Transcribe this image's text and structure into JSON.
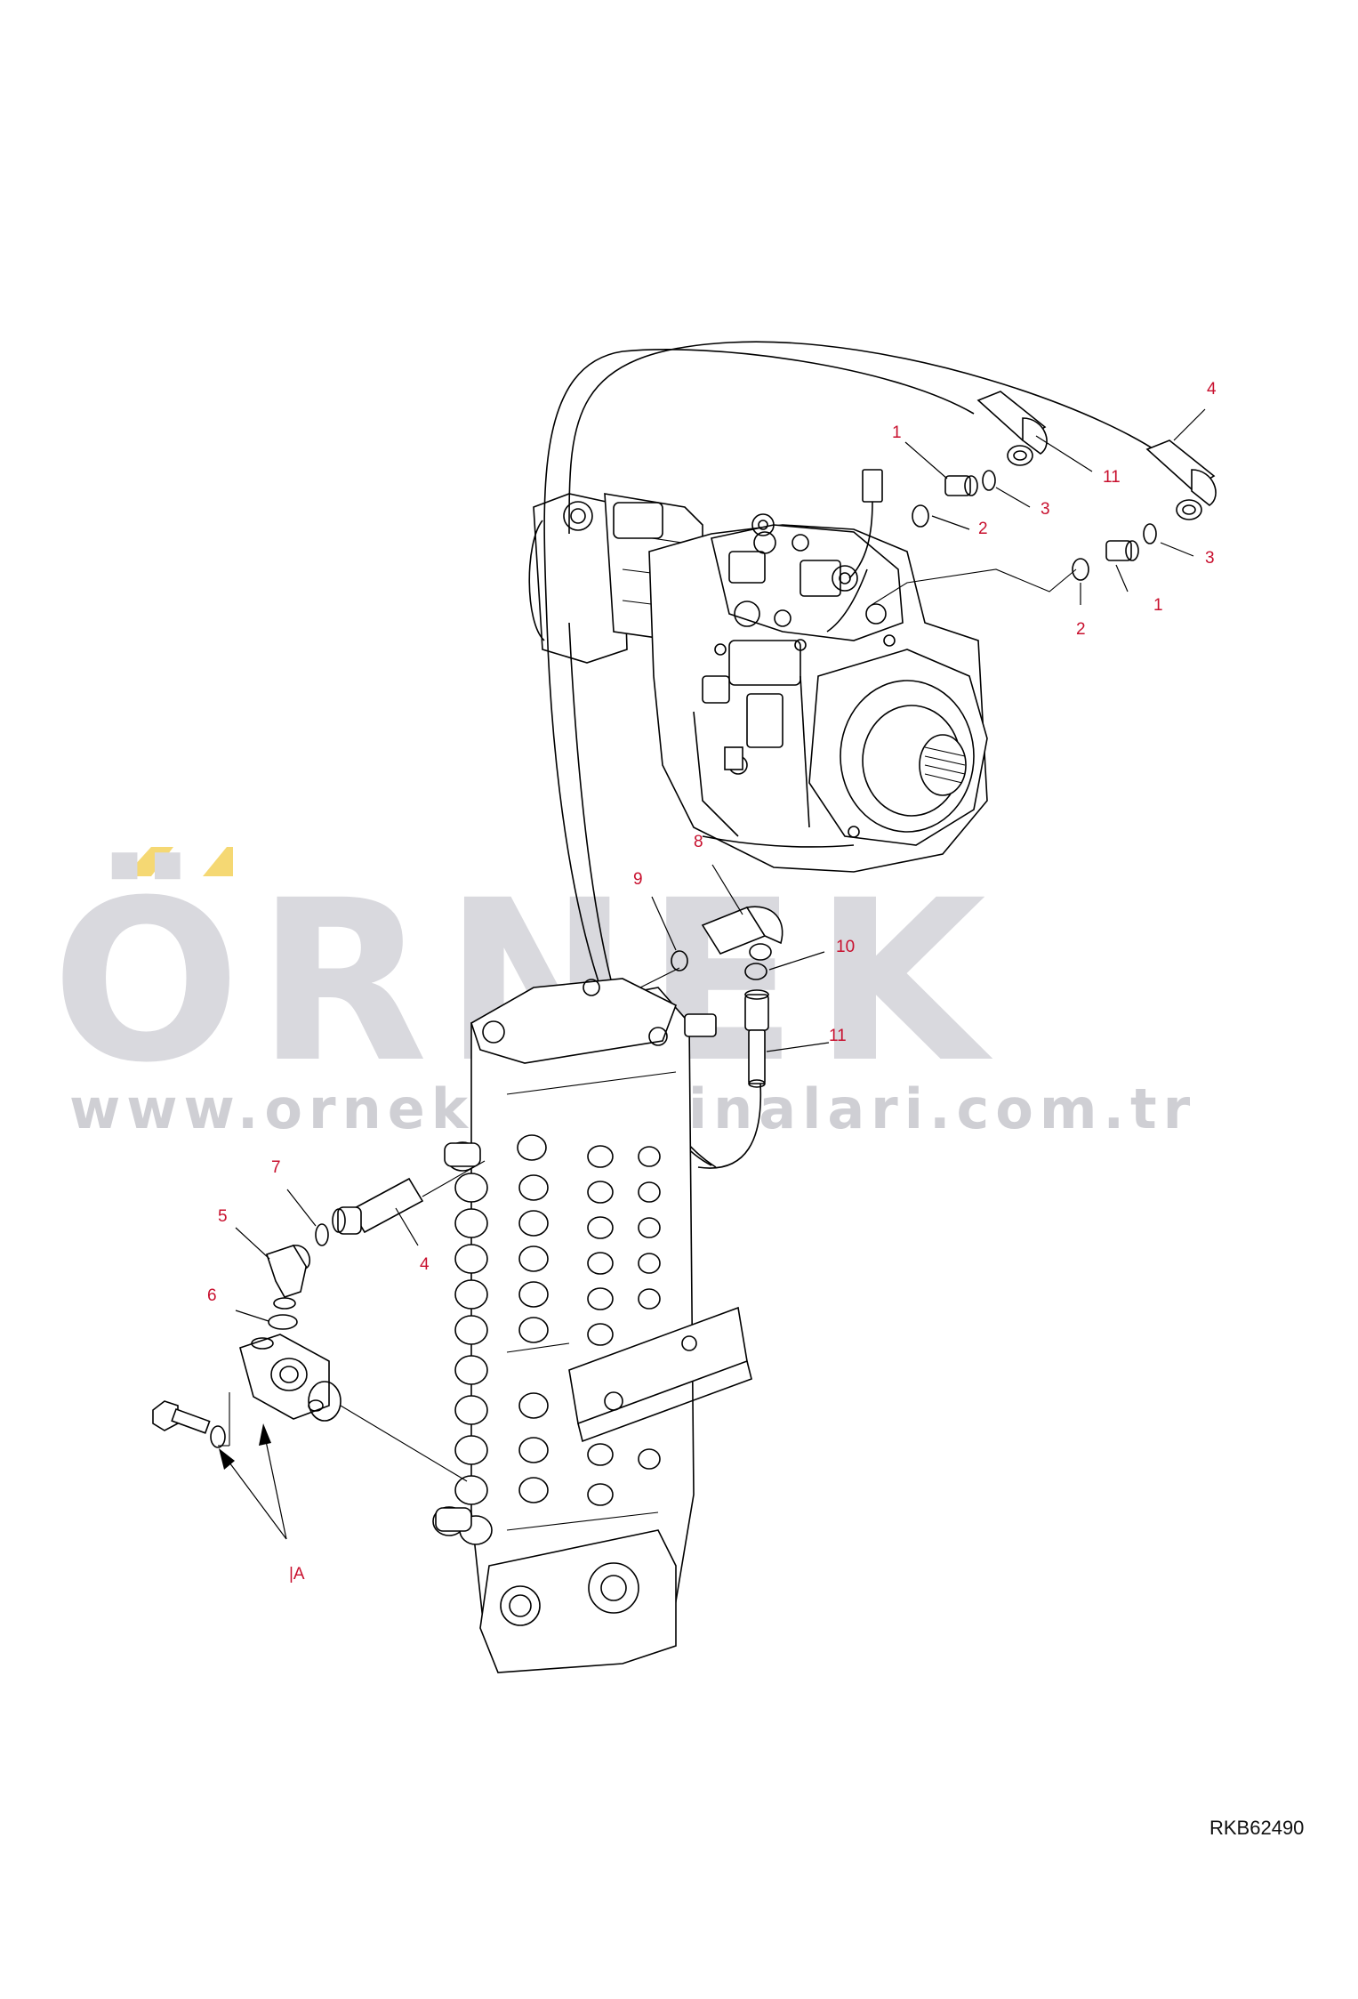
{
  "drawing": {
    "reference_code": "RKB62490"
  },
  "watermark": {
    "brand": "ÖRNEK",
    "url": "www.ornekismakinalari.com.tr",
    "accent_color": "#f5d873",
    "text_color": "#d9d9de"
  },
  "callouts": [
    {
      "id": "c1a",
      "label": "1"
    },
    {
      "id": "c1b",
      "label": "1"
    },
    {
      "id": "c2a",
      "label": "2"
    },
    {
      "id": "c2b",
      "label": "2"
    },
    {
      "id": "c3a",
      "label": "3"
    },
    {
      "id": "c3b",
      "label": "3"
    },
    {
      "id": "c4a",
      "label": "4"
    },
    {
      "id": "c4b",
      "label": "4"
    },
    {
      "id": "c5",
      "label": "5"
    },
    {
      "id": "c6",
      "label": "6"
    },
    {
      "id": "c7",
      "label": "7"
    },
    {
      "id": "c8",
      "label": "8"
    },
    {
      "id": "c9",
      "label": "9"
    },
    {
      "id": "c10",
      "label": "10"
    },
    {
      "id": "c11a",
      "label": "11"
    },
    {
      "id": "c11b",
      "label": "11"
    },
    {
      "id": "cA",
      "label": "|A"
    }
  ],
  "colors": {
    "callout_text": "#c8102e",
    "line_art": "#000000",
    "background": "#ffffff"
  }
}
